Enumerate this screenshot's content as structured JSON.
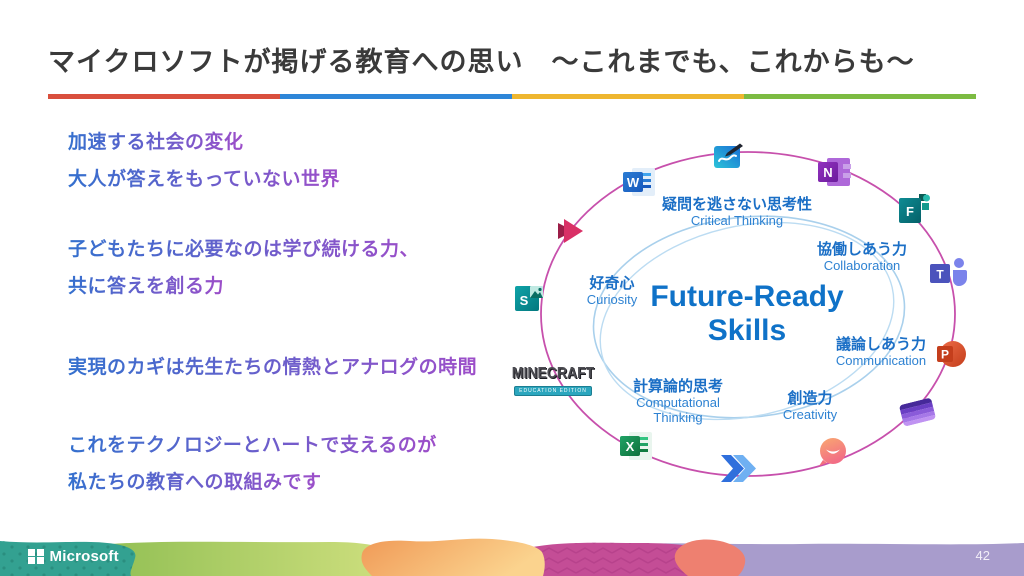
{
  "title": {
    "text": "マイクロソフトが掲げる教育への思い　～これまでも、これからも～"
  },
  "accent_bar": {
    "colors": [
      "#d94f3d",
      "#2e86d8",
      "#eeb62f",
      "#7cbb42"
    ]
  },
  "left_text": {
    "line1": "加速する社会の変化",
    "line2": "大人が答えをもっていない世界",
    "line3": "子どもたちに必要なのは学び続ける力、",
    "line4": "共に答えを創る力",
    "line5": "実現のカギは先生たちの情熱とアナログの時間",
    "line6": "これをテクノロジーとハートで支えるのが",
    "line7": "私たちの教育への取組みです",
    "gradient_colors": [
      "#3470ce",
      "#9d4ec9"
    ]
  },
  "diagram": {
    "center": {
      "line1": "Future-Ready",
      "line2": "Skills"
    },
    "outer_ring_color": "#c750ac",
    "inner_ring_color": "#a9d0ec",
    "skills": {
      "critical_thinking": {
        "jp": "疑問を逃さない思考性",
        "en": "Critical Thinking"
      },
      "collaboration": {
        "jp": "協働しあう力",
        "en": "Collaboration"
      },
      "curiosity": {
        "jp": "好奇心",
        "en": "Curiosity"
      },
      "communication": {
        "jp": "議論しあう力",
        "en": "Communication"
      },
      "computational_thinking": {
        "jp": "計算論的思考",
        "en1": "Computational",
        "en2": "Thinking"
      },
      "creativity": {
        "jp": "創造力",
        "en": "Creativity"
      }
    },
    "app_letters": {
      "word": "W",
      "onenote": "N",
      "forms": "F",
      "teams": "T",
      "powerpoint": "P",
      "excel": "X",
      "sway": "S"
    },
    "minecraft": {
      "line1": "MINECRAFT",
      "line2": "EDUCATION EDITION"
    }
  },
  "footer": {
    "brand": "Microsoft",
    "page_number": "42"
  }
}
